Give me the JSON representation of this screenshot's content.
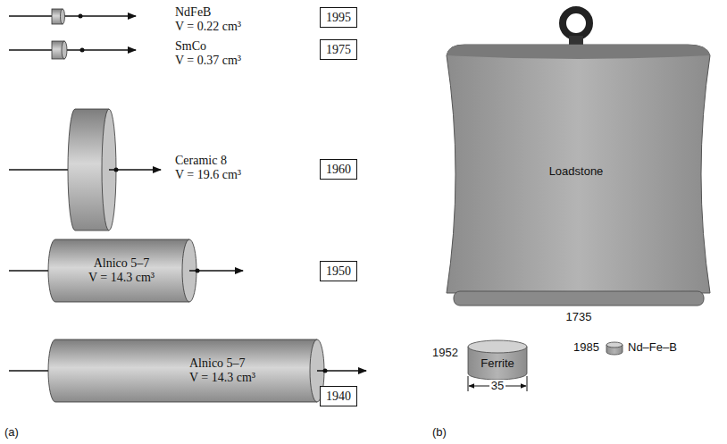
{
  "diagram": {
    "nodes": [
      {
        "text": [
          "1995"
        ]
      },
      {
        "text": [
          "1975"
        ]
      },
      {
        "text": [
          "1960"
        ]
      },
      {
        "text": [
          "Alnico 5–7",
          "V = 14.3 cm³"
        ]
      },
      {
        "text": [
          "1950"
        ]
      },
      {
        "text": [
          "Alnico 5–7",
          "V = 14.3 cm³"
        ]
      },
      {
        "text": [
          "1940"
        ]
      },
      {
        "text": [
          "Loadstone"
        ]
      },
      {
        "text": [
          "Ferrite"
        ]
      }
    ],
    "labels": [
      "NdFeB",
      "V = 0.22 cm³",
      "SmCo",
      "V = 0.37 cm³",
      "Ceramic 8",
      "V = 19.6 cm³",
      "(a)",
      "(b)",
      "1735",
      "1952",
      "35",
      "1985",
      "Nd–Fe–B"
    ]
  }
}
